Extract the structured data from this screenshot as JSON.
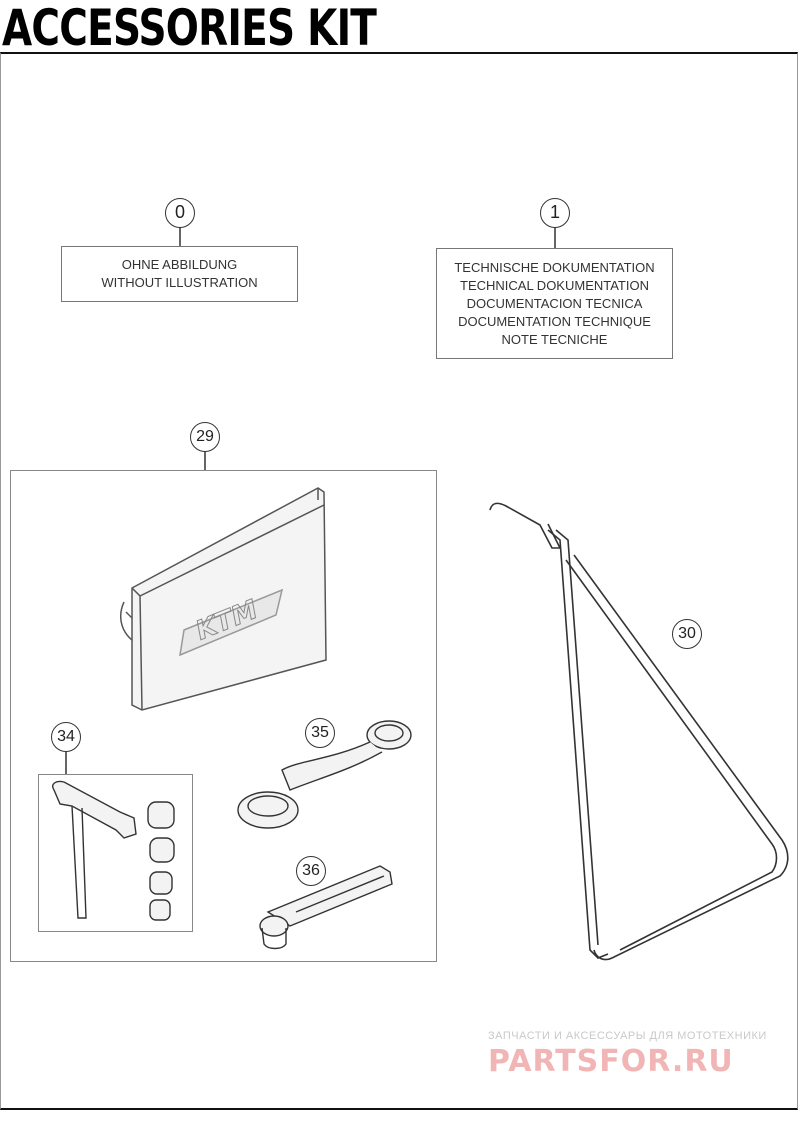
{
  "header": {
    "title": "ACCESSORIES KIT"
  },
  "callouts": {
    "c0": "0",
    "c1": "1",
    "c29": "29",
    "c30": "30",
    "c34": "34",
    "c35": "35",
    "c36": "36"
  },
  "notes": {
    "no_illustration": [
      "OHNE ABBILDUNG",
      "WITHOUT ILLUSTRATION"
    ],
    "technical_documentation": [
      "TECHNISCHE DOKUMENTATION",
      "TECHNICAL DOKUMENTATION",
      "DOCUMENTACION TECNICA",
      "DOCUMENTATION TECHNIQUE",
      "NOTE TECNICHE"
    ]
  },
  "bag_logo": "KTM",
  "watermark": {
    "tagline": "ЗАПЧАСТИ И АКСЕССУАРЫ ДЛЯ МОТОТЕХНИКИ",
    "brand": "PARTSFOR.RU"
  }
}
